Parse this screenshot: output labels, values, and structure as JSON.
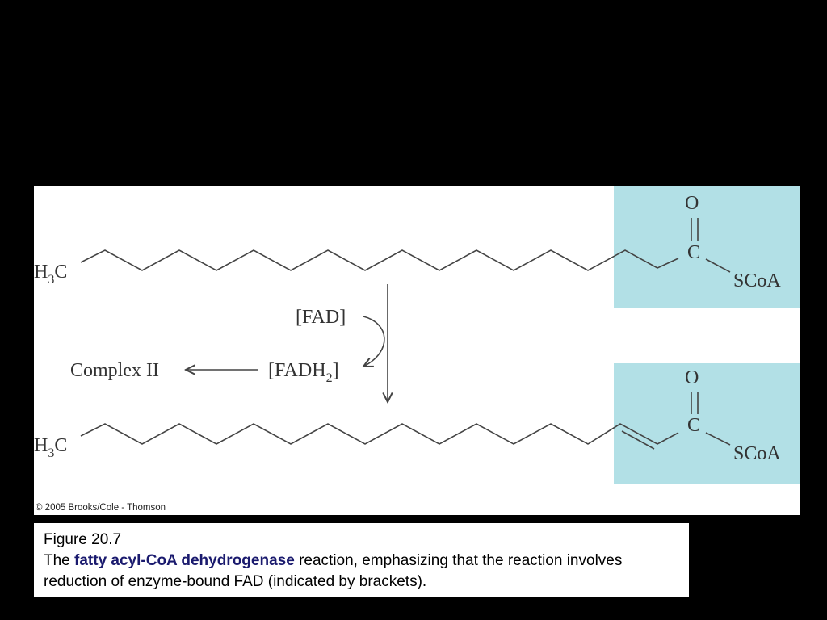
{
  "diagram": {
    "colors": {
      "highlight": "#b2e0e6",
      "stroke": "#444444",
      "text": "#333333"
    },
    "reactant": {
      "methyl": "H",
      "methyl_sub": "3",
      "methyl_tail": "C",
      "carbonyl_oxygen": "O",
      "carbonyl_carbon": "C",
      "thioester": "SCoA"
    },
    "product": {
      "methyl": "H",
      "methyl_sub": "3",
      "methyl_tail": "C",
      "carbonyl_oxygen": "O",
      "carbonyl_carbon": "C",
      "thioester": "SCoA"
    },
    "cofactors": {
      "oxidized": "[FAD]",
      "reduced_main": "[FADH",
      "reduced_sub": "2",
      "reduced_close": "]",
      "acceptor": "Complex II"
    },
    "copyright": "© 2005 Brooks/Cole - Thomson"
  },
  "caption": {
    "label": "Figure 20.7",
    "prefix": "The ",
    "enzyme": "fatty acyl-CoA dehydrogenase",
    "suffix": " reaction, emphasizing that the reaction involves reduction of enzyme-bound FAD (indicated by brackets)."
  }
}
